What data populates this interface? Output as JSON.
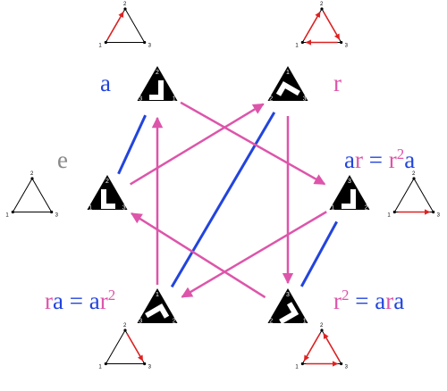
{
  "colors": {
    "identity": "#888888",
    "a": "#2244dd",
    "r": "#dd55aa",
    "equals": "#2244dd",
    "arrow_red": "#dd2222",
    "black": "#000000"
  },
  "elements": {
    "e": {
      "parts": [
        {
          "t": "e",
          "c": "identity"
        }
      ]
    },
    "a": {
      "parts": [
        {
          "t": "a",
          "c": "a"
        }
      ]
    },
    "r": {
      "parts": [
        {
          "t": "r",
          "c": "r"
        }
      ]
    },
    "ar": {
      "parts": [
        {
          "t": "a",
          "c": "a"
        },
        {
          "t": "r",
          "c": "r"
        },
        {
          "t": " = ",
          "c": "equals"
        },
        {
          "t": "r",
          "c": "r"
        },
        {
          "t": "2",
          "c": "r",
          "sup": true
        },
        {
          "t": "a",
          "c": "a"
        }
      ]
    },
    "ra": {
      "parts": [
        {
          "t": "r",
          "c": "r"
        },
        {
          "t": "a",
          "c": "a"
        },
        {
          "t": " = ",
          "c": "equals"
        },
        {
          "t": "a",
          "c": "a"
        },
        {
          "t": "r",
          "c": "r"
        },
        {
          "t": "2",
          "c": "r",
          "sup": true
        }
      ]
    },
    "r2": {
      "parts": [
        {
          "t": "r",
          "c": "r"
        },
        {
          "t": "2",
          "c": "r",
          "sup": true
        },
        {
          "t": " = ",
          "c": "equals"
        },
        {
          "t": "a",
          "c": "a"
        },
        {
          "t": "r",
          "c": "r"
        },
        {
          "t": "a",
          "c": "a"
        }
      ]
    }
  },
  "vertex_labels": [
    "1",
    "2",
    "3"
  ],
  "edges": [
    {
      "from": "e",
      "to": "a",
      "type": "a"
    },
    {
      "from": "r",
      "to": "ra",
      "type": "a"
    },
    {
      "from": "ar",
      "to": "r2",
      "type": "a"
    },
    {
      "from": "e",
      "to": "r",
      "type": "r"
    },
    {
      "from": "r",
      "to": "r2",
      "type": "r"
    },
    {
      "from": "r2",
      "to": "e",
      "type": "r"
    },
    {
      "from": "a",
      "to": "ar",
      "type": "r"
    },
    {
      "from": "ar",
      "to": "ra",
      "type": "r"
    },
    {
      "from": "ra",
      "to": "a",
      "type": "r"
    }
  ]
}
